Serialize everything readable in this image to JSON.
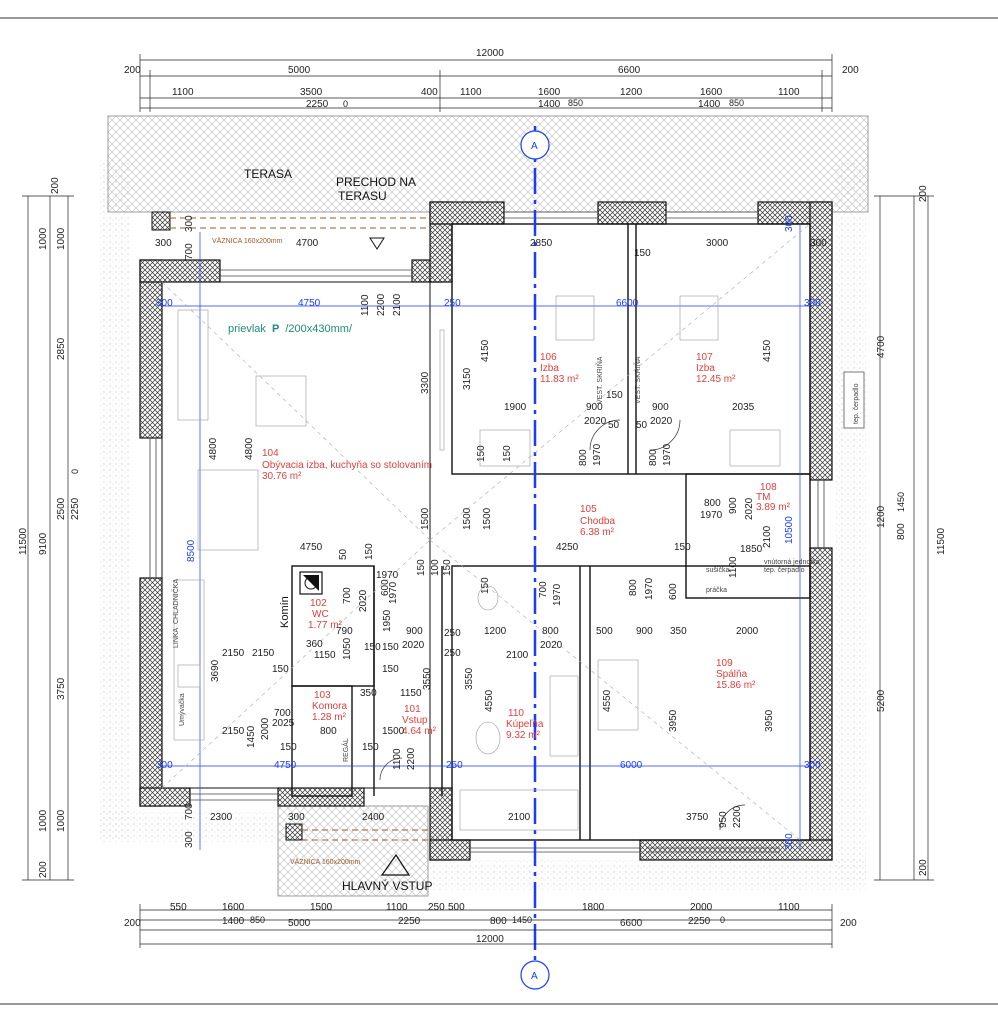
{
  "top_dims": {
    "total": "12000",
    "edge_left": "200",
    "edge_right": "200",
    "seg_a": "5000",
    "seg_b": "6600",
    "row3": [
      "1100",
      "3500",
      "400",
      "1100",
      "1600",
      "1200",
      "1600",
      "1100"
    ],
    "win1": "2250",
    "win1b": "0",
    "win2": "1400",
    "win2b": "850",
    "win3": "1400",
    "win3b": "850"
  },
  "bottom_dims": {
    "total": "12000",
    "edge_left": "200",
    "edge_right": "200",
    "seg_a": "5000",
    "seg_b": "6600",
    "row1": [
      "550",
      "1600",
      "1500",
      "1100",
      "250",
      "500",
      "1800",
      "2000",
      "1100"
    ],
    "w1": "1400",
    "w1b": "850",
    "w2": "2250",
    "w3": "800",
    "w3b": "1450",
    "w4": "2250",
    "w4b": "0"
  },
  "left_dims": {
    "total": "11500",
    "sub": "9100",
    "items": [
      "200",
      "1000",
      "1000",
      "2850",
      "2500",
      "2250",
      "0",
      "3750",
      "1000",
      "200"
    ]
  },
  "right_dims": {
    "total": "11500",
    "items": [
      "200",
      "4700",
      "1200",
      "800",
      "1450",
      "5200",
      "200"
    ]
  },
  "section": {
    "top": "A",
    "bottom": "A"
  },
  "labels": {
    "terasa": "TERASA",
    "prechod1": "PRECHOD NA",
    "prechod2": "TERASU",
    "vstup": "HLAVNÝ VSTUP",
    "komin": "Komín",
    "vaznica": "VÄZNICA 160x200mm",
    "vaznica2": "VÄZNICA 160x200mm",
    "prievlak": "prievlak",
    "prievlak_p": "P",
    "prievlak_rest": "/200x430mm/",
    "cerpadlo": "tep. čerpadlo",
    "vnut_jednotka": "vnútorná jednotka",
    "tep_cerpadlo": "tep. čerpadlo",
    "susicka": "sušička",
    "pracka": "práčka",
    "chladnicka": "CHLADNIČKA",
    "linka": "LINKA",
    "umyvacka": "Umývačka",
    "vest_skrina": "VEST. SKRIŇA",
    "regal": "REGÁL"
  },
  "rooms": [
    {
      "num": "106",
      "name": "Izba",
      "area": "11.83 m²"
    },
    {
      "num": "107",
      "name": "Izba",
      "area": "12.45 m²"
    },
    {
      "num": "104",
      "name": "Obývacia izba, kuchyňa so stolovaním",
      "area": "30.76 m²"
    },
    {
      "num": "105",
      "name": "Chodba",
      "area": "6.38 m²"
    },
    {
      "num": "108",
      "name": "TM",
      "area": "3.89 m²"
    },
    {
      "num": "102",
      "name": "WC",
      "area": "1.77 m²"
    },
    {
      "num": "103",
      "name": "Komora",
      "area": "1.28 m²"
    },
    {
      "num": "101",
      "name": "Vstup",
      "area": "4.64 m²"
    },
    {
      "num": "110",
      "name": "Kúpeľňa",
      "area": "9.32 m²"
    },
    {
      "num": "109",
      "name": "Spálňa",
      "area": "15.86 m²"
    }
  ],
  "inner_dims": {
    "d300a": "300",
    "d4700": "4700",
    "d2850": "2850",
    "d3000": "3000",
    "d4750": "4750",
    "d6600": "6600",
    "d300b": "300",
    "d250a": "250",
    "d300c": "300",
    "d1100": "1100",
    "d2200": "2200",
    "d2100": "2100",
    "d3300": "3300",
    "d3150": "3150",
    "d4150a": "4150",
    "d4150b": "4150",
    "d4800a": "4800",
    "d4800b": "4800",
    "d1900": "1900",
    "d900a": "900",
    "d900b": "900",
    "d2035": "2035",
    "d2020a": "2020",
    "d2020b": "2020",
    "d800a": "800",
    "d1970a": "1970",
    "d800b": "800",
    "d1970b": "1970",
    "d150a": "150",
    "d150b": "150",
    "d150c": "150",
    "d50a": "50",
    "d50b": "50",
    "d1500a": "1500",
    "d1500b": "1500",
    "d1500c": "1500",
    "d800c": "800",
    "d1970c": "1970",
    "d900c": "900",
    "d2020c": "2020",
    "d2100b": "2100",
    "d10500": "10500",
    "d1850": "1850",
    "d1100b": "1100",
    "d8500": "8500",
    "d4750b": "4750",
    "d4250": "4250",
    "d150d": "150",
    "d600a": "600",
    "d1970d": "1970",
    "d700a": "700",
    "d2020d": "2020",
    "d900d": "900",
    "d790": "790",
    "d360": "360",
    "d1950": "1950",
    "d1150a": "1150",
    "d1050": "1050",
    "d2150a": "2150",
    "d2150b": "2150",
    "d2150c": "2150",
    "d3690": "3690",
    "d1200": "1200",
    "d800d": "800",
    "d500": "500",
    "d900e": "900",
    "d350": "350",
    "d2000": "2000",
    "d2100c": "2100",
    "d2020e": "2020",
    "d3550a": "3550",
    "d3550b": "3550",
    "d4550a": "4550",
    "d4550b": "4550",
    "d3950a": "3950",
    "d3950b": "3950",
    "d350b": "350",
    "d1150b": "1150",
    "d700b": "700",
    "d2025": "2025",
    "d1450": "1450",
    "d2000b": "2000",
    "d800e": "800",
    "d1500d": "1500",
    "d150e": "150",
    "d2200b": "2200",
    "d300d": "300",
    "d4750c": "4750",
    "d6000": "6000",
    "d250b": "250",
    "d300e": "300",
    "d2300": "2300",
    "d2400": "2400",
    "d2100d": "2100",
    "d3750": "3750",
    "d950": "950",
    "d2200c": "2200",
    "d600b": "600",
    "d1970e": "1970",
    "d700c": "700",
    "d1970f": "1970",
    "d150f": "150",
    "d100": "100",
    "d250c": "250",
    "d300f": "300",
    "d700d": "700",
    "d300g": "300",
    "d700e": "700",
    "d300h": "300",
    "d300i": "300",
    "d300j": "300",
    "d300k": "300"
  }
}
